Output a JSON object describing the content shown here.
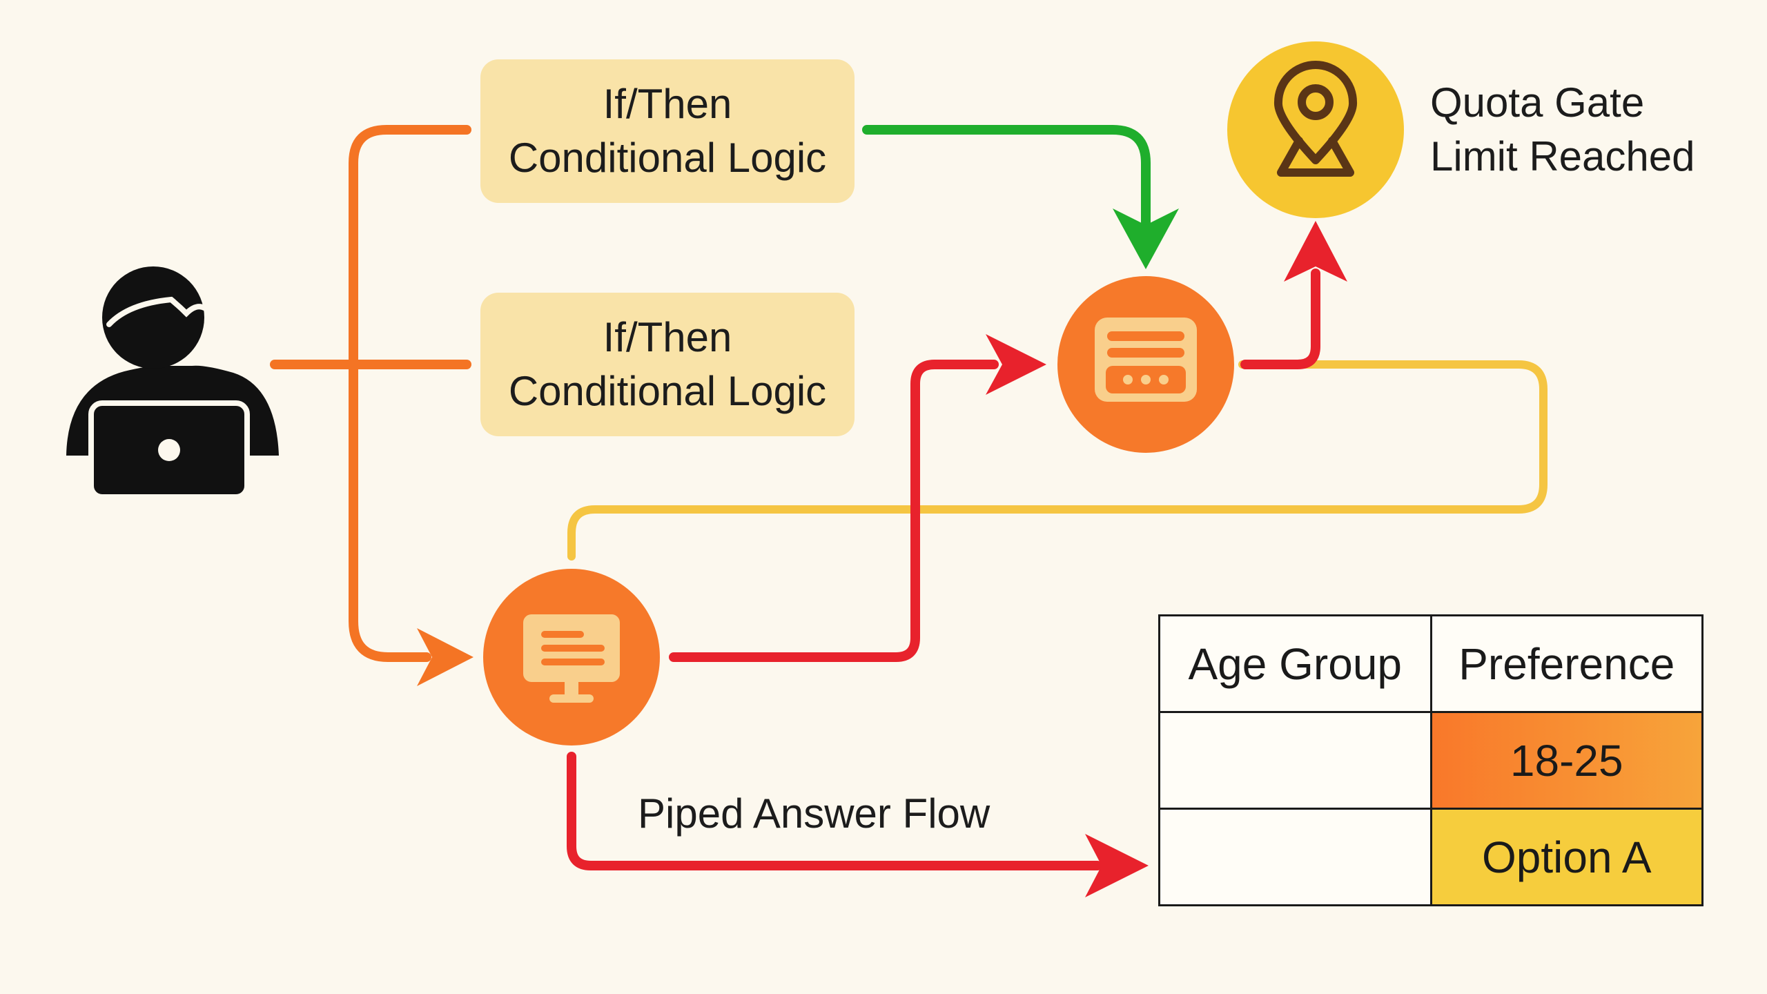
{
  "colors": {
    "background": "#fcf8ee",
    "orange_line": "#f47424",
    "green_line": "#1fae2c",
    "red_line": "#e8222c",
    "yellow_line": "#f5c542",
    "node_orange": "#f6792a",
    "node_yellow": "#f6c630",
    "box_fill": "#f9e3a8",
    "cell_orange": "#f9782a",
    "cell_yellow": "#f6cd3d"
  },
  "icons": {
    "user": "user-laptop-icon",
    "survey_node": "monitor-form-icon",
    "logic_node": "form-fields-icon",
    "quota_node": "map-pin-icon"
  },
  "conditional_boxes": [
    {
      "line1": "If/Then",
      "line2": "Conditional Logic"
    },
    {
      "line1": "If/Then",
      "line2": "Conditional Logic"
    }
  ],
  "quota_gate": {
    "line1": "Quota Gate",
    "line2": "Limit Reached"
  },
  "piped_flow": {
    "label": "Piped Answer Flow"
  },
  "table": {
    "headers": [
      "Age Group",
      "Preference"
    ],
    "rows": [
      [
        "",
        "18-25"
      ],
      [
        "",
        "Option A"
      ]
    ]
  }
}
